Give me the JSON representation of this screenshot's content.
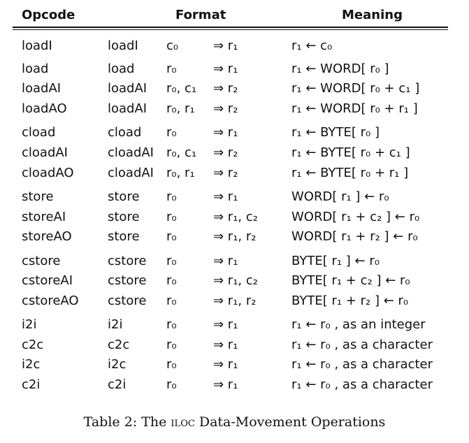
{
  "headers": {
    "opcode": "Opcode",
    "format": "Format",
    "meaning": "Meaning"
  },
  "rows": [
    {
      "opcode": "loadI",
      "fop": "loadI",
      "src": "c₀",
      "dst": "⇒ r₁",
      "meaning": "r₁ ← c₀"
    },
    {
      "opcode": "load",
      "fop": "load",
      "src": "r₀",
      "dst": "⇒ r₁",
      "meaning": "r₁ ← WORD[ r₀ ]"
    },
    {
      "opcode": "loadAI",
      "fop": "loadAI",
      "src": "r₀, c₁",
      "dst": "⇒ r₂",
      "meaning": "r₁ ← WORD[ r₀ + c₁ ]"
    },
    {
      "opcode": "loadAO",
      "fop": "loadAI",
      "src": "r₀, r₁",
      "dst": "⇒ r₂",
      "meaning": "r₁ ← WORD[ r₀ + r₁ ]"
    },
    {
      "opcode": "cload",
      "fop": "cload",
      "src": "r₀",
      "dst": "⇒ r₁",
      "meaning": "r₁ ← BYTE[ r₀ ]"
    },
    {
      "opcode": "cloadAI",
      "fop": "cloadAI",
      "src": "r₀, c₁",
      "dst": "⇒ r₂",
      "meaning": "r₁ ← BYTE[ r₀ + c₁ ]"
    },
    {
      "opcode": "cloadAO",
      "fop": "cloadAI",
      "src": "r₀, r₁",
      "dst": "⇒ r₂",
      "meaning": "r₁ ← BYTE[ r₀ + r₁ ]"
    },
    {
      "opcode": "store",
      "fop": "store",
      "src": "r₀",
      "dst": "⇒ r₁",
      "meaning": "WORD[ r₁ ] ← r₀"
    },
    {
      "opcode": "storeAI",
      "fop": "store",
      "src": "r₀",
      "dst": "⇒ r₁, c₂",
      "meaning": "WORD[ r₁ + c₂ ] ← r₀"
    },
    {
      "opcode": "storeAO",
      "fop": "store",
      "src": "r₀",
      "dst": "⇒ r₁, r₂",
      "meaning": "WORD[ r₁ + r₂ ] ← r₀"
    },
    {
      "opcode": "cstore",
      "fop": "cstore",
      "src": "r₀",
      "dst": "⇒ r₁",
      "meaning": "BYTE[ r₁ ] ← r₀"
    },
    {
      "opcode": "cstoreAI",
      "fop": "cstore",
      "src": "r₀",
      "dst": "⇒ r₁, c₂",
      "meaning": "BYTE[ r₁ + c₂ ] ← r₀"
    },
    {
      "opcode": "cstoreAO",
      "fop": "cstore",
      "src": "r₀",
      "dst": "⇒ r₁, r₂",
      "meaning": "BYTE[ r₁ + r₂ ] ← r₀"
    },
    {
      "opcode": "i2i",
      "fop": "i2i",
      "src": "r₀",
      "dst": "⇒ r₁",
      "meaning": "r₁ ← r₀ , as an integer"
    },
    {
      "opcode": "c2c",
      "fop": "c2c",
      "src": "r₀",
      "dst": "⇒ r₁",
      "meaning": "r₁ ← r₀ , as a character"
    },
    {
      "opcode": "i2c",
      "fop": "i2c",
      "src": "r₀",
      "dst": "⇒ r₁",
      "meaning": "r₁ ← r₀ , as a character"
    },
    {
      "opcode": "c2i",
      "fop": "c2i",
      "src": "r₀",
      "dst": "⇒ r₁",
      "meaning": "r₁ ← r₀ , as a character"
    }
  ],
  "caption": {
    "prefix": "Table 2: The ",
    "smallcaps": "ILOC",
    "suffix": " Data-Movement Operations"
  }
}
